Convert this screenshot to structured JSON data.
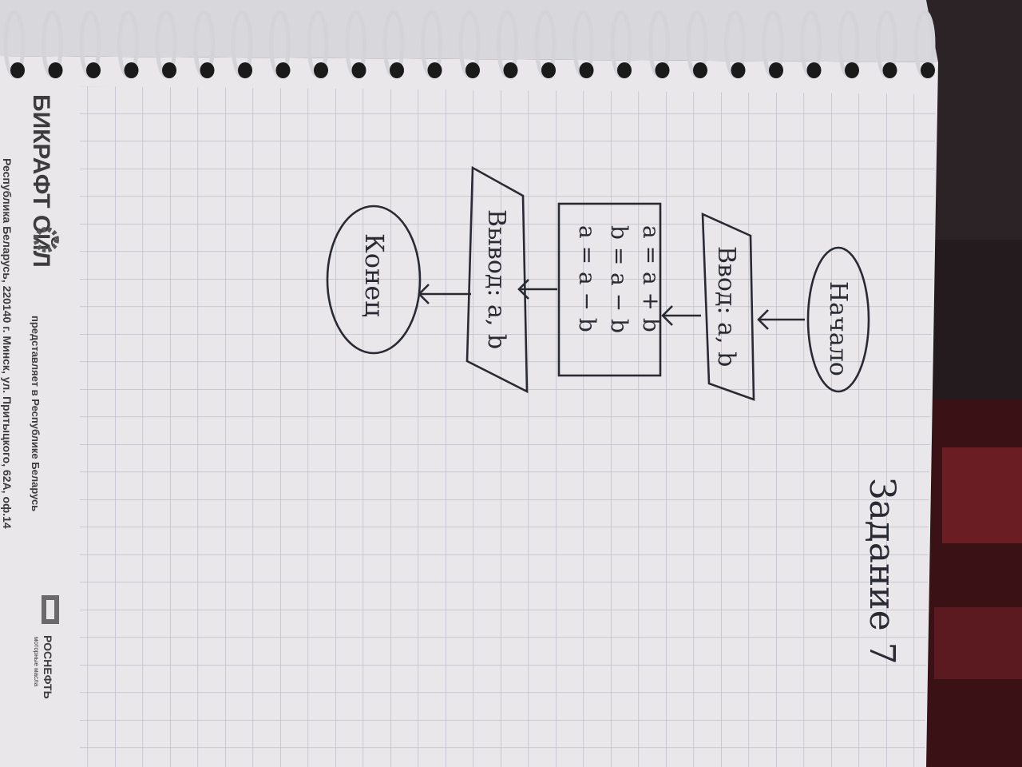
{
  "notebook": {
    "task_heading": "Задание 7",
    "brand": {
      "logo_text": "БИКРАФТ ОЙЛ",
      "tagline": "представляет в Республике Беларусь",
      "address": "Республика Беларусь, 220140 г. Минск, ул. Притыцкого, 62А, оф.14",
      "partner_logo": "РОСНЕФТЬ",
      "partner_sub": "моторные масла"
    }
  },
  "flowchart": {
    "start": "Начало",
    "input": "Ввод: a, b",
    "process": [
      "a = a + b",
      "b = a − b",
      "a = a − b"
    ],
    "output": "Вывод: a, b",
    "end": "Конец"
  },
  "colors": {
    "ink": "#2a2a33",
    "paper": "#e9e7ea",
    "grid": "#b4b6c0",
    "spiral": "#d4d4d8"
  }
}
